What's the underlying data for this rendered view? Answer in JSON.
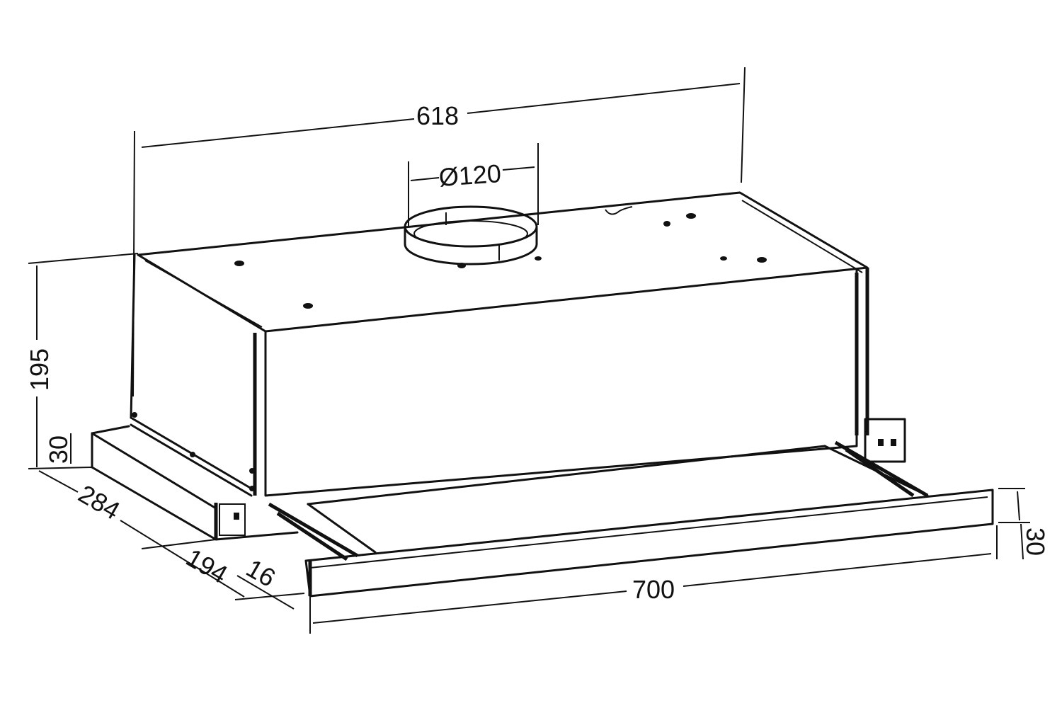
{
  "diagram": {
    "subject": "Telescopic range hood dimension drawing",
    "colors": {
      "line": "#111111",
      "background": "#ffffff"
    },
    "dimensions": {
      "width_top": "618",
      "duct_diameter": "Ø120",
      "height_total": "195",
      "height_base_left": "30",
      "depth_total": "284",
      "depth_body": "194",
      "front_panel_depth": "16",
      "front_panel_width": "700",
      "front_panel_height": "30"
    }
  }
}
